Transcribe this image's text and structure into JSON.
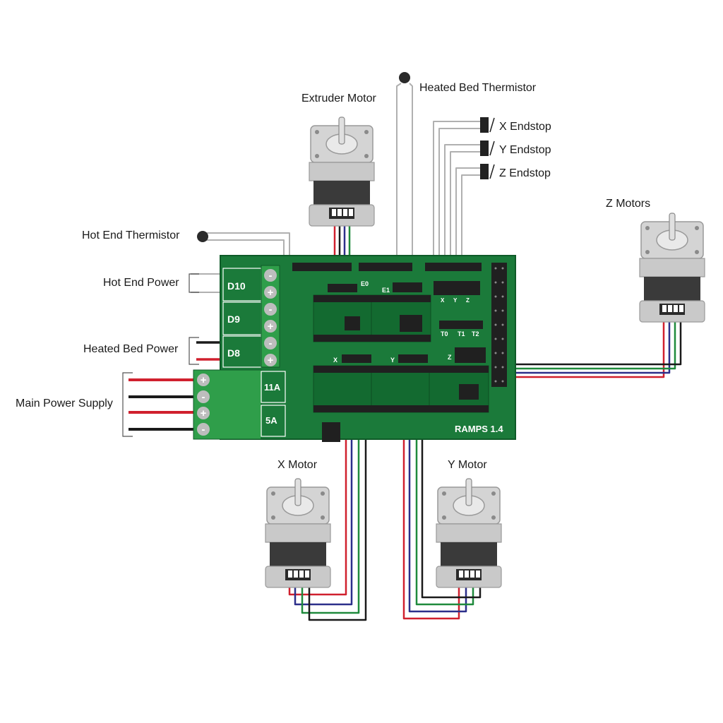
{
  "colors": {
    "board": "#1b7a3a",
    "board_edge": "#0f5a28",
    "terminal": "#2f9e4a",
    "wire_red": "#d0202e",
    "wire_black": "#1a1a1a",
    "wire_blue": "#2c2f8a",
    "wire_green": "#1f8a3c",
    "wire_grey": "#b5b5b5",
    "motor_body": "#cfcfcf",
    "motor_core": "#3a3a3a"
  },
  "labels": {
    "extruder_motor": "Extruder Motor",
    "heated_bed_thermistor": "Heated Bed Thermistor",
    "x_endstop": "X Endstop",
    "y_endstop": "Y Endstop",
    "z_endstop": "Z Endstop",
    "z_motors": "Z Motors",
    "hot_end_thermistor": "Hot End Thermistor",
    "hot_end_power": "Hot End Power",
    "heated_bed_power": "Heated Bed Power",
    "main_power_supply": "Main Power Supply",
    "x_motor": "X Motor",
    "y_motor": "Y Motor"
  },
  "board": {
    "name": "RAMPS 1.4",
    "outputs": [
      "D10",
      "D9",
      "D8"
    ],
    "fuses": [
      "11A",
      "5A"
    ],
    "terminal_signs": [
      "-",
      "+",
      "-",
      "+",
      "-",
      "+"
    ],
    "power_signs": [
      "+",
      "-",
      "+",
      "-"
    ],
    "headers": {
      "e0": "E0",
      "e1": "E1",
      "x": "X",
      "y": "Y",
      "z": "Z",
      "t0": "T0",
      "t1": "T1",
      "t2": "T2",
      "endstop_x": "X",
      "endstop_y": "Y",
      "endstop_z": "Z"
    }
  }
}
